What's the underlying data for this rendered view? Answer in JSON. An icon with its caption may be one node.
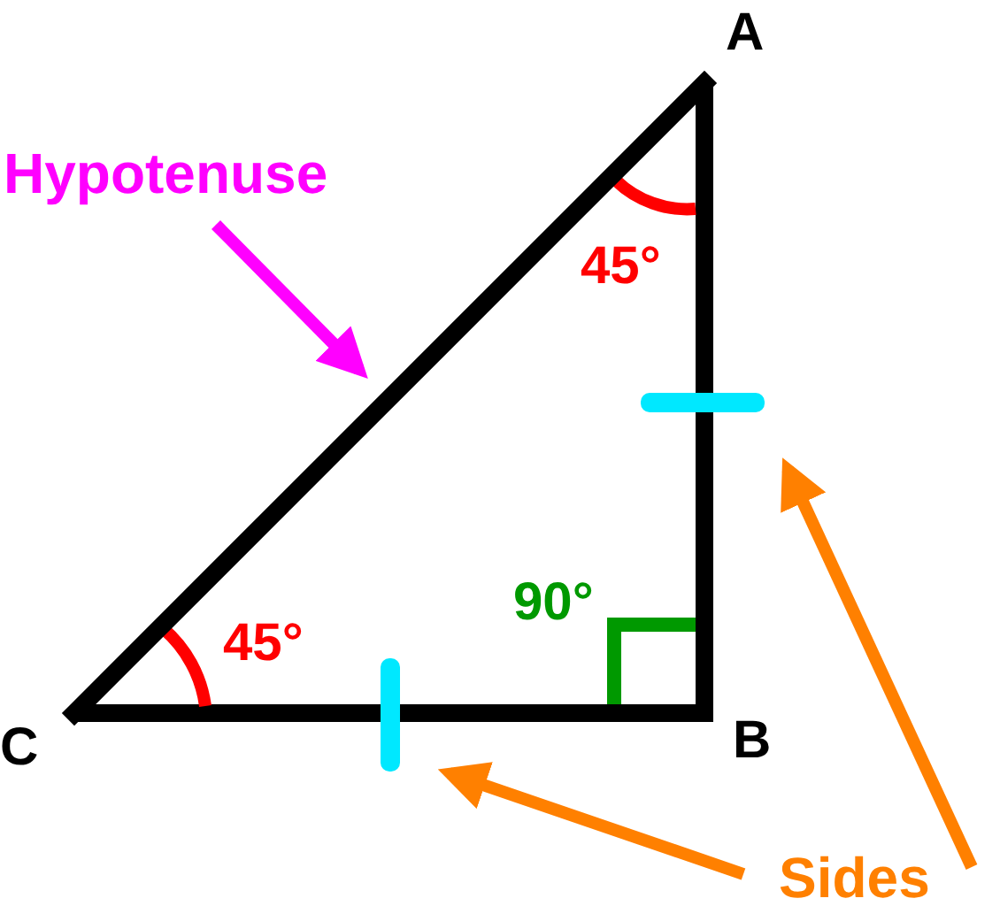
{
  "diagram": {
    "nodes": [
      {
        "text": [
          "Hypotenuse"
        ]
      },
      {
        "text": [],
        "shape": "line"
      },
      {
        "text": [
          "Sides"
        ]
      },
      {
        "text": [],
        "shape": "bar"
      },
      {
        "text": [],
        "shape": "bar"
      }
    ],
    "edges": [
      {
        "from": 0,
        "to": 1,
        "arrow": "to",
        "color": "#ff00ff"
      },
      {
        "from": 2,
        "to": 3,
        "arrow": "to"
      },
      {
        "from": 2,
        "to": 4,
        "arrow": "to"
      }
    ],
    "labels": [
      "A",
      "45°",
      "90°",
      "45°",
      "C",
      "B"
    ]
  }
}
